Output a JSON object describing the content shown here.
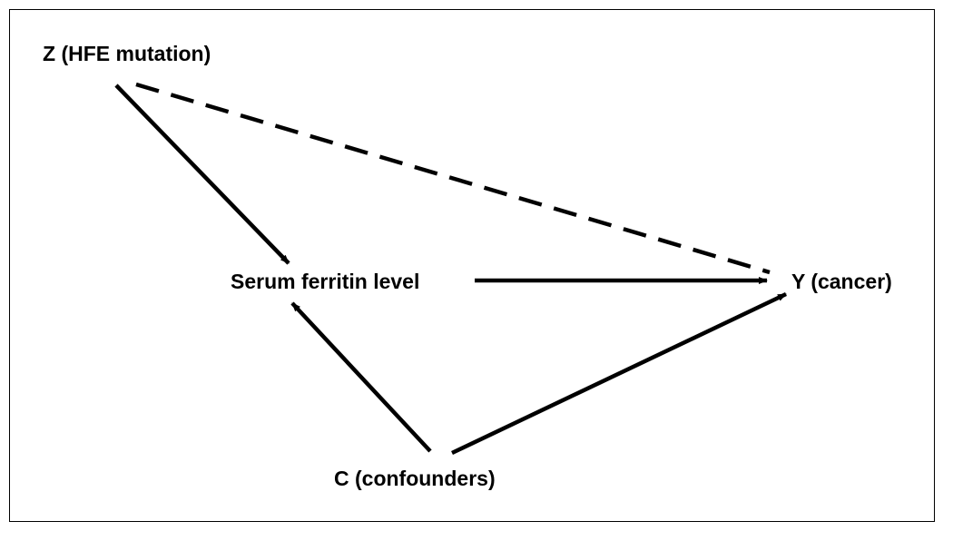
{
  "diagram": {
    "nodes": {
      "z": {
        "label": "Z (HFE mutation)"
      },
      "serum": {
        "label": "Serum ferritin level"
      },
      "y": {
        "label": "Y (cancer)"
      },
      "c": {
        "label": "C (confounders)"
      }
    },
    "edges": [
      {
        "id": "z-to-serum",
        "from": "z",
        "to": "serum",
        "style": "solid",
        "arrow": true
      },
      {
        "id": "z-to-y",
        "from": "z",
        "to": "y",
        "style": "dashed",
        "arrow": false
      },
      {
        "id": "serum-to-y",
        "from": "serum",
        "to": "y",
        "style": "solid",
        "arrow": true
      },
      {
        "id": "c-to-serum",
        "from": "c",
        "to": "serum",
        "style": "solid",
        "arrow": true
      },
      {
        "id": "c-to-y",
        "from": "c",
        "to": "y",
        "style": "solid",
        "arrow": true
      }
    ],
    "colors": {
      "stroke": "#000000",
      "background": "#ffffff"
    }
  }
}
